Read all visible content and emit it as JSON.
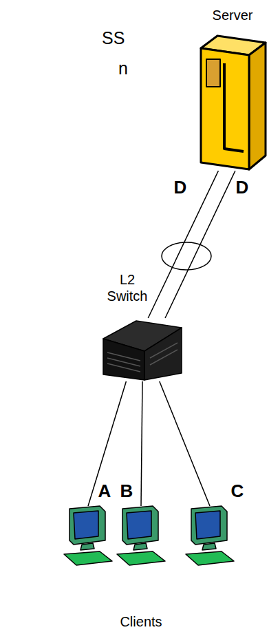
{
  "diagram": {
    "nodes": [
      {
        "text": [
          "Server"
        ]
      },
      {
        "text": [
          "L2 Switch"
        ]
      },
      {
        "text": [
          "Clients"
        ]
      }
    ],
    "edges": [
      {
        "from": 0,
        "to": 1,
        "arrow": "none",
        "label": "D"
      },
      {
        "from": 0,
        "to": 1,
        "arrow": "none",
        "label": "D"
      },
      {
        "from": 1,
        "to": 2,
        "arrow": "none",
        "label": "A"
      },
      {
        "from": 1,
        "to": 2,
        "arrow": "none",
        "label": "B"
      },
      {
        "from": 1,
        "to": 2,
        "arrow": "none",
        "label": "C"
      }
    ],
    "labels": [
      "SS",
      "n"
    ]
  }
}
